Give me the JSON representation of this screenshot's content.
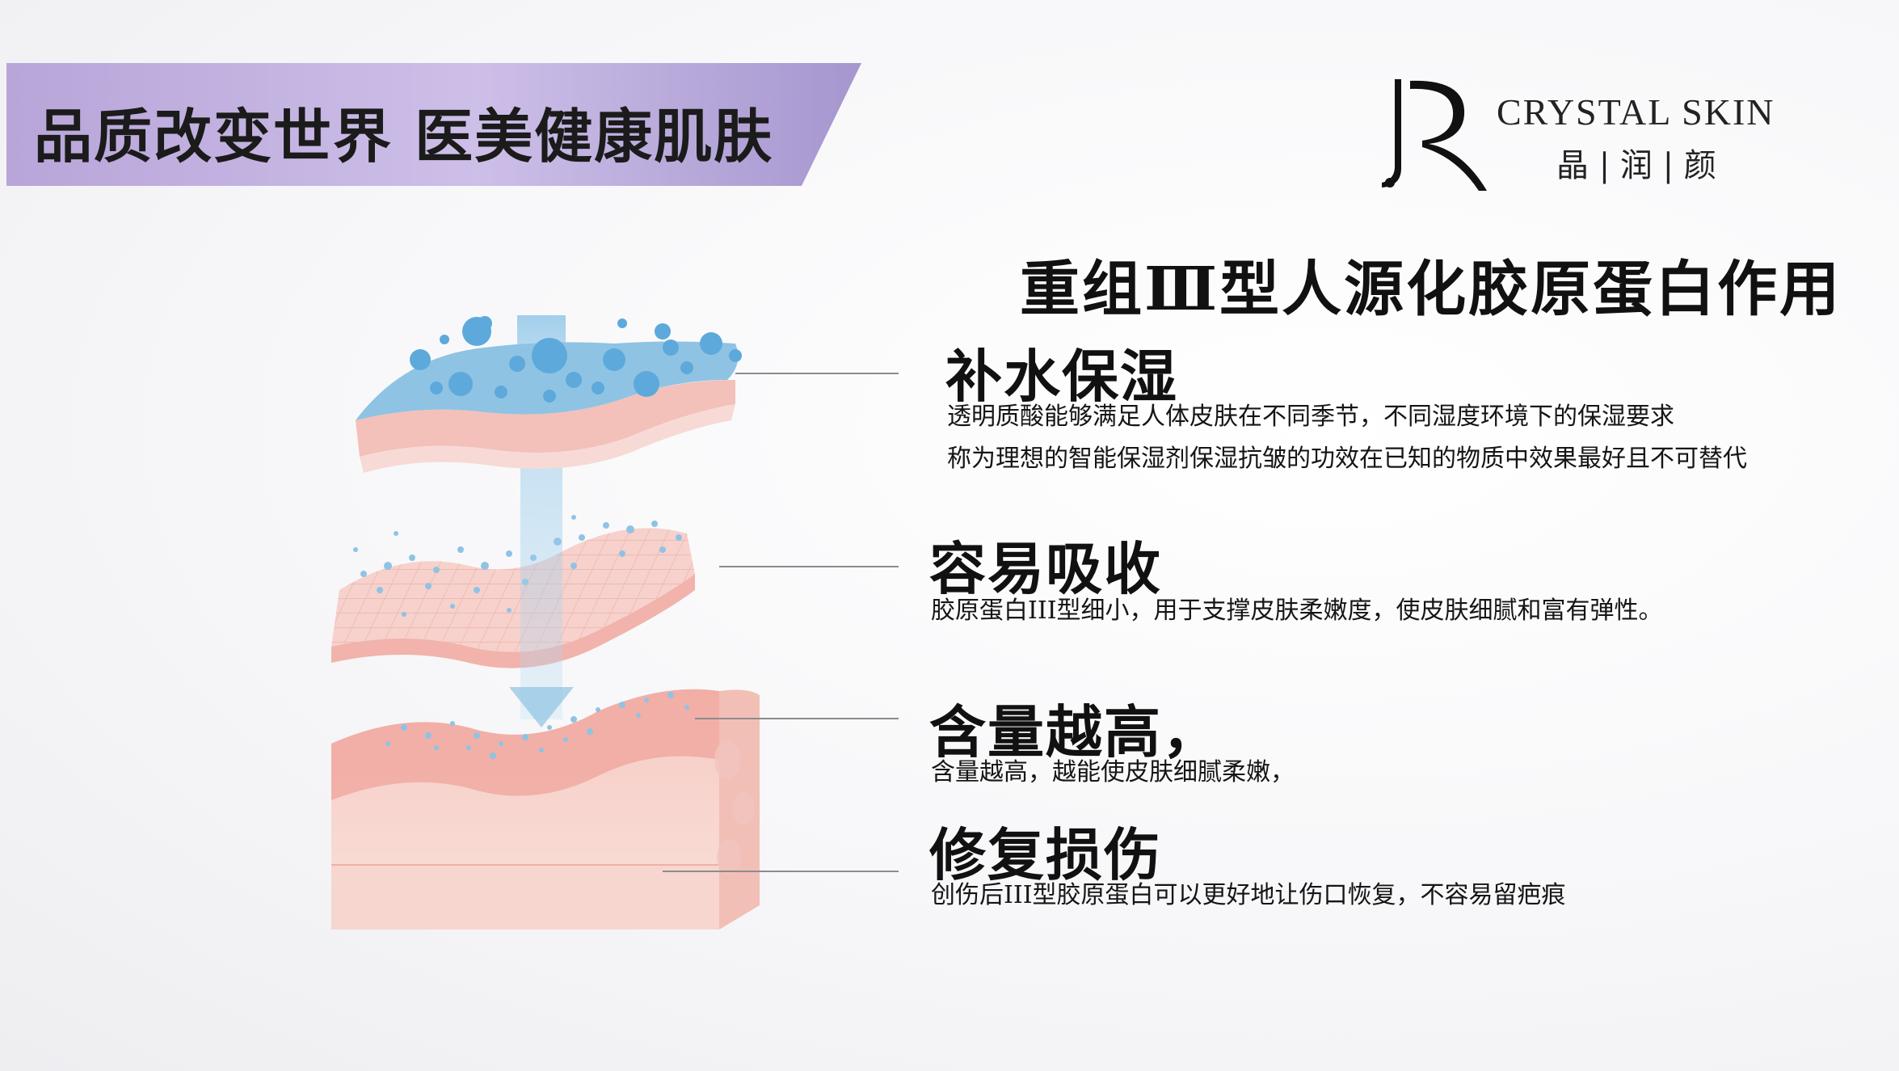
{
  "banner": {
    "text": "品质改变世界  医美健康肌肤"
  },
  "logo": {
    "brand": "CRYSTAL SKIN",
    "subtitle": "晶 | 润 | 颜"
  },
  "main_title": "重组Ⅲ型人源化胶原蛋白作用",
  "sections": [
    {
      "title": "补水保湿",
      "lines": [
        "透明质酸能够满足人体皮肤在不同季节，不同湿度环境下的保湿要求",
        "称为理想的智能保湿剂保湿抗皱的功效在已知的物质中效果最好且不可替代"
      ]
    },
    {
      "title": "容易吸收",
      "lines": [
        "胶原蛋白III型细小，用于支撑皮肤柔嫩度，使皮肤细腻和富有弹性。"
      ]
    },
    {
      "title": "含量越高，",
      "lines": [
        "含量越高，越能使皮肤细腻柔嫩，"
      ]
    },
    {
      "title": "修复损伤",
      "lines": [
        "创伤后III型胶原蛋白可以更好地让伤口恢复，不容易留疤痕"
      ]
    }
  ],
  "colors": {
    "banner": "#c4b4e3",
    "water": "#8fc3e3",
    "skin": "#f4c2bd",
    "skin_dark": "#ee9e96"
  },
  "illustration": "skin-layers-illustration"
}
